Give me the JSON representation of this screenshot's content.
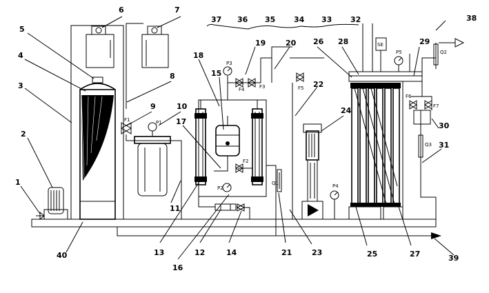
{
  "figure": {
    "callouts": [
      "1",
      "2",
      "3",
      "4",
      "5",
      "6",
      "7",
      "8",
      "9",
      "10",
      "11",
      "12",
      "13",
      "14",
      "15",
      "16",
      "17",
      "18",
      "19",
      "20",
      "21",
      "22",
      "23",
      "24",
      "25",
      "26",
      "27",
      "28",
      "29",
      "30",
      "31",
      "32",
      "33",
      "34",
      "35",
      "36",
      "37",
      "38",
      "39",
      "40"
    ],
    "gauge_labels": [
      "P1",
      "P2",
      "P3",
      "P4",
      "P5"
    ],
    "valve_labels": [
      "F1",
      "F2",
      "F3",
      "F4",
      "F5",
      "F6",
      "F7"
    ],
    "flowmeter_labels": [
      "Q1",
      "Q2",
      "Q3"
    ],
    "controller_label": "SE"
  }
}
